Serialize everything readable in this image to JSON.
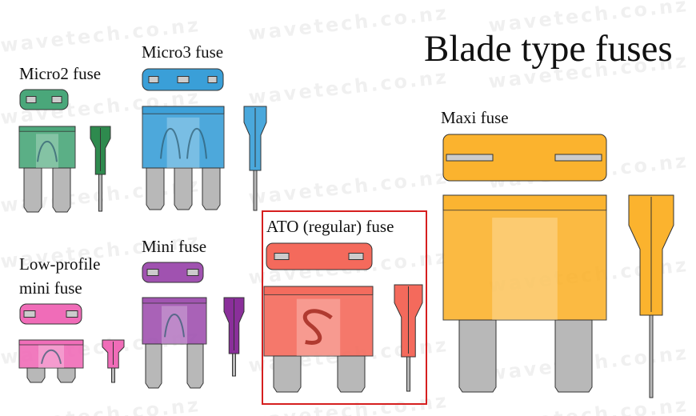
{
  "title": "Blade type fuses",
  "watermark": "wavetech.co.nz",
  "fuses": {
    "micro2": {
      "label": "Micro2 fuse",
      "color": "#4aa77a"
    },
    "micro3": {
      "label": "Micro3 fuse",
      "color": "#3a9fd8"
    },
    "low_profile_mini": {
      "label_line1": "Low-profile",
      "label_line2": "mini fuse",
      "color": "#f06cb8"
    },
    "mini": {
      "label": "Mini fuse",
      "color": "#a052b0"
    },
    "ato": {
      "label": "ATO (regular) fuse",
      "color": "#f46a5c",
      "highlight": "#d61f1f"
    },
    "maxi": {
      "label": "Maxi fuse",
      "color": "#fbb32e"
    }
  },
  "blade_color": "#b8b8b8"
}
